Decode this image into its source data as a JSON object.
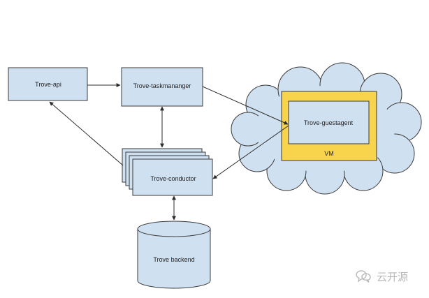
{
  "nodes": {
    "trove_api": "Trove-api",
    "trove_taskmanager": "Trove-taskmananger",
    "trove_guestagent": "Trove-guestagent",
    "vm": "VM",
    "trove_conductor": "Trove-conductor",
    "trove_backend": "Trove backend"
  },
  "watermark": {
    "text": "云开源",
    "icon": "chat-bubbles-icon"
  },
  "colors": {
    "box_fill": "#cfe0f1",
    "vm_fill": "#f7d44c",
    "cloud_fill": "#cfe0f1",
    "stroke": "#3a3a3a"
  }
}
